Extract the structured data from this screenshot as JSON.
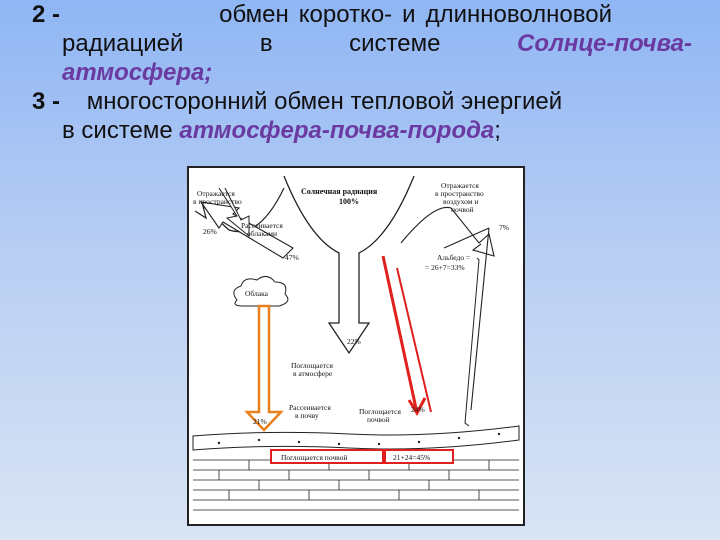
{
  "slide": {
    "item2": {
      "number": "2 -",
      "line1_words": [
        "обмен",
        "коротко-",
        "и",
        "длинноволновой"
      ],
      "line2_words": [
        "радиацией",
        "в",
        "системе"
      ],
      "line2_highlight": "Солнце-почва-",
      "line3_highlight": "атмосфера;"
    },
    "item3": {
      "number": "3 -",
      "line1": "многосторонний обмен тепловой энергией",
      "line2_prefix": "в системе",
      "line2_highlight": "атмосфера-почва-порода",
      "line2_suffix": ";"
    }
  },
  "diagram": {
    "labels": {
      "solar_title": "Солнечная радиация",
      "solar_pct": "100%",
      "reflected_space_1": "Отражается",
      "reflected_space_2": "в пространство",
      "reflected_space_pct": "26%",
      "scattered_clouds_1": "Рассеивается",
      "scattered_clouds_2": "облаками",
      "clouds_pct": "47%",
      "clouds": "Облака",
      "reflected_air_1": "Отражается",
      "reflected_air_2": "в пространство",
      "reflected_air_3": "воздухом и",
      "reflected_air_4": "почвой",
      "reflected_air_pct": "7%",
      "albedo_1": "Альбедо =",
      "albedo_2": "= 26+7=33%",
      "absorbed_atm_pct": "22%",
      "absorbed_atm_1": "Поглощается",
      "absorbed_atm_2": "в атмосфере",
      "scattered_soil_pct": "21%",
      "scattered_soil_1": "Рассеивается",
      "scattered_soil_2": "в почву",
      "absorbed_soil_1": "Поглощается",
      "absorbed_soil_2": "почвой",
      "direct_pct": "24%",
      "bottom_left": "Поглощается почвой",
      "bottom_right": "21+24=45%"
    },
    "colors": {
      "red_arrow": "#e0201c",
      "orange_arrow": "#e8801e",
      "outline": "#222222"
    }
  }
}
